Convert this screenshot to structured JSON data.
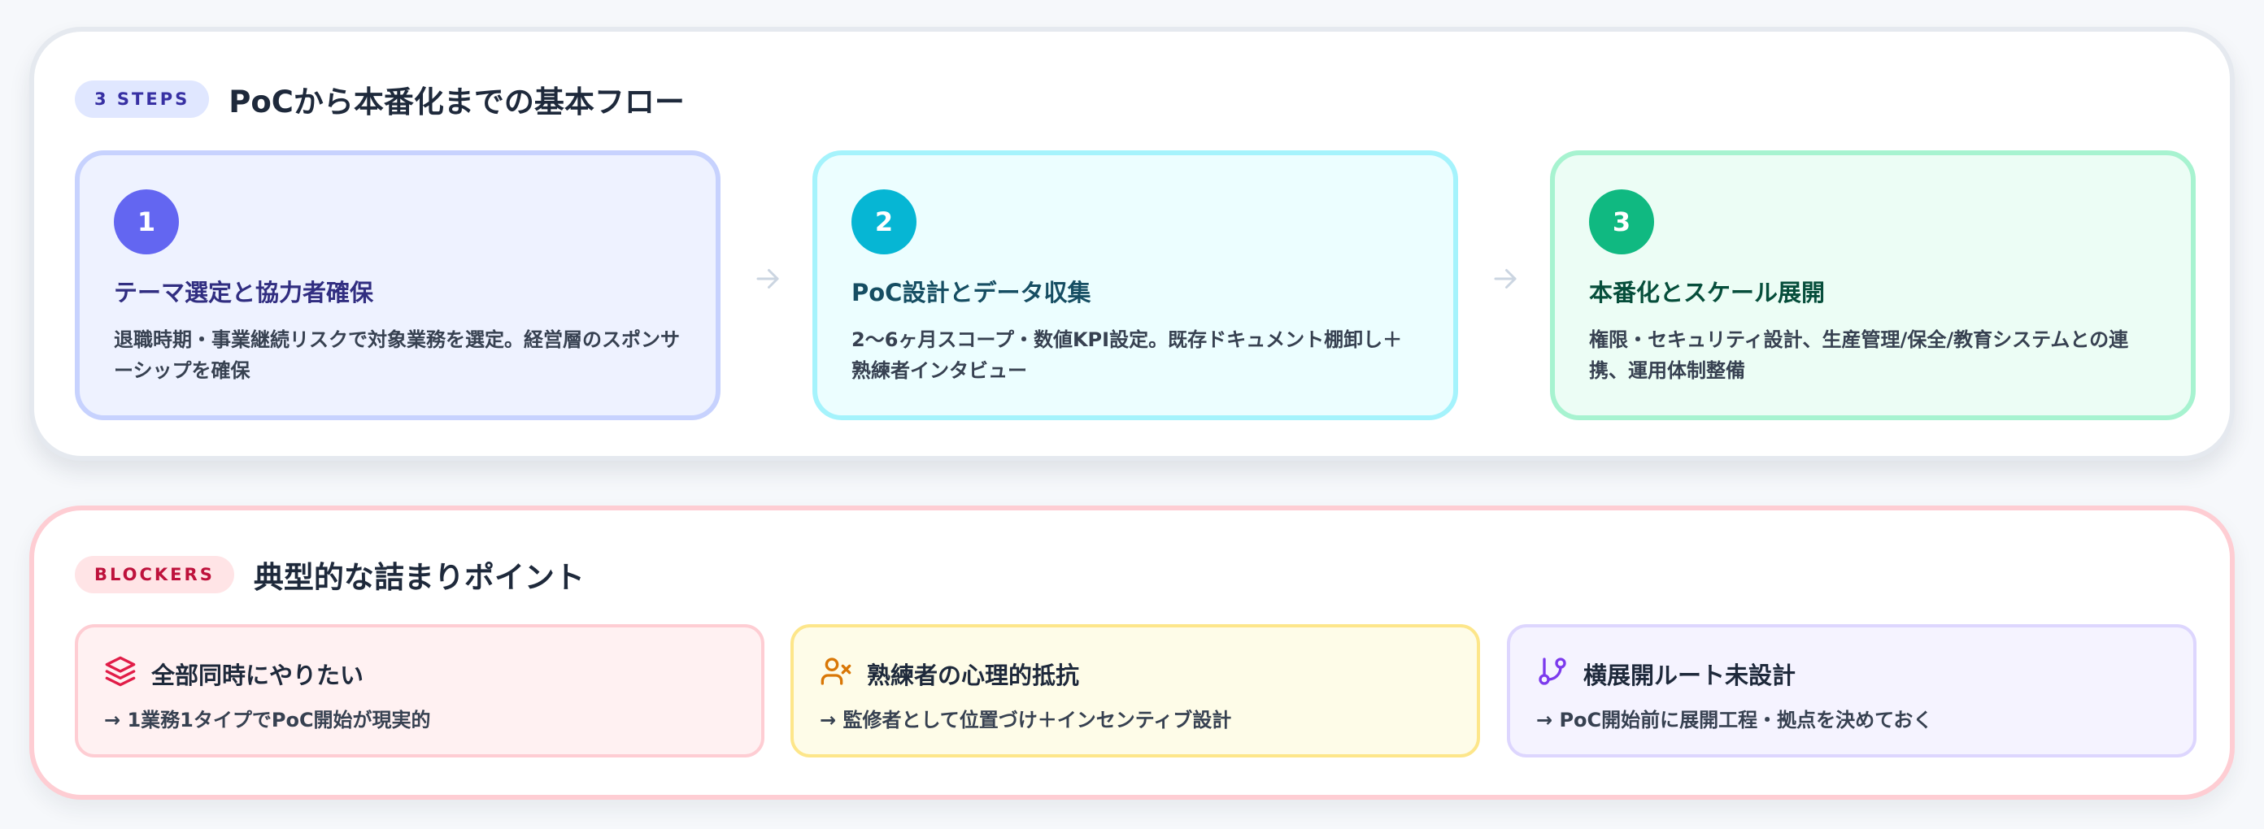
{
  "steps_section": {
    "tag": "3 STEPS",
    "title": "PoCから本番化までの基本フロー",
    "steps": [
      {
        "number": "1",
        "title": "テーマ選定と協力者確保",
        "description": "退職時期・事業継続リスクで対象業務を選定。経営層のスポンサーシップを確保",
        "color": "#6366f1"
      },
      {
        "number": "2",
        "title": "PoC設計とデータ収集",
        "description": "2〜6ヶ月スコープ・数値KPI設定。既存ドキュメント棚卸し＋熟練者インタビュー",
        "color": "#06b6d4"
      },
      {
        "number": "3",
        "title": "本番化とスケール展開",
        "description": "権限・セキュリティ設計、生産管理/保全/教育システムとの連携、運用体制整備",
        "color": "#10b981"
      }
    ],
    "arrow_icon": "arrow-right-icon"
  },
  "blockers_section": {
    "tag": "BLOCKERS",
    "title": "典型的な詰まりポイント",
    "items": [
      {
        "icon": "layers-icon",
        "title": "全部同時にやりたい",
        "description": "→ 1業務1タイプでPoC開始が現実的",
        "color": "#e11d48"
      },
      {
        "icon": "user-x-icon",
        "title": "熟練者の心理的抵抗",
        "description": "→ 監修者として位置づけ＋インセンティブ設計",
        "color": "#d97706"
      },
      {
        "icon": "git-branch-icon",
        "title": "横展開ルート未設計",
        "description": "→ PoC開始前に展開工程・拠点を決めておく",
        "color": "#7c3aed"
      }
    ]
  }
}
